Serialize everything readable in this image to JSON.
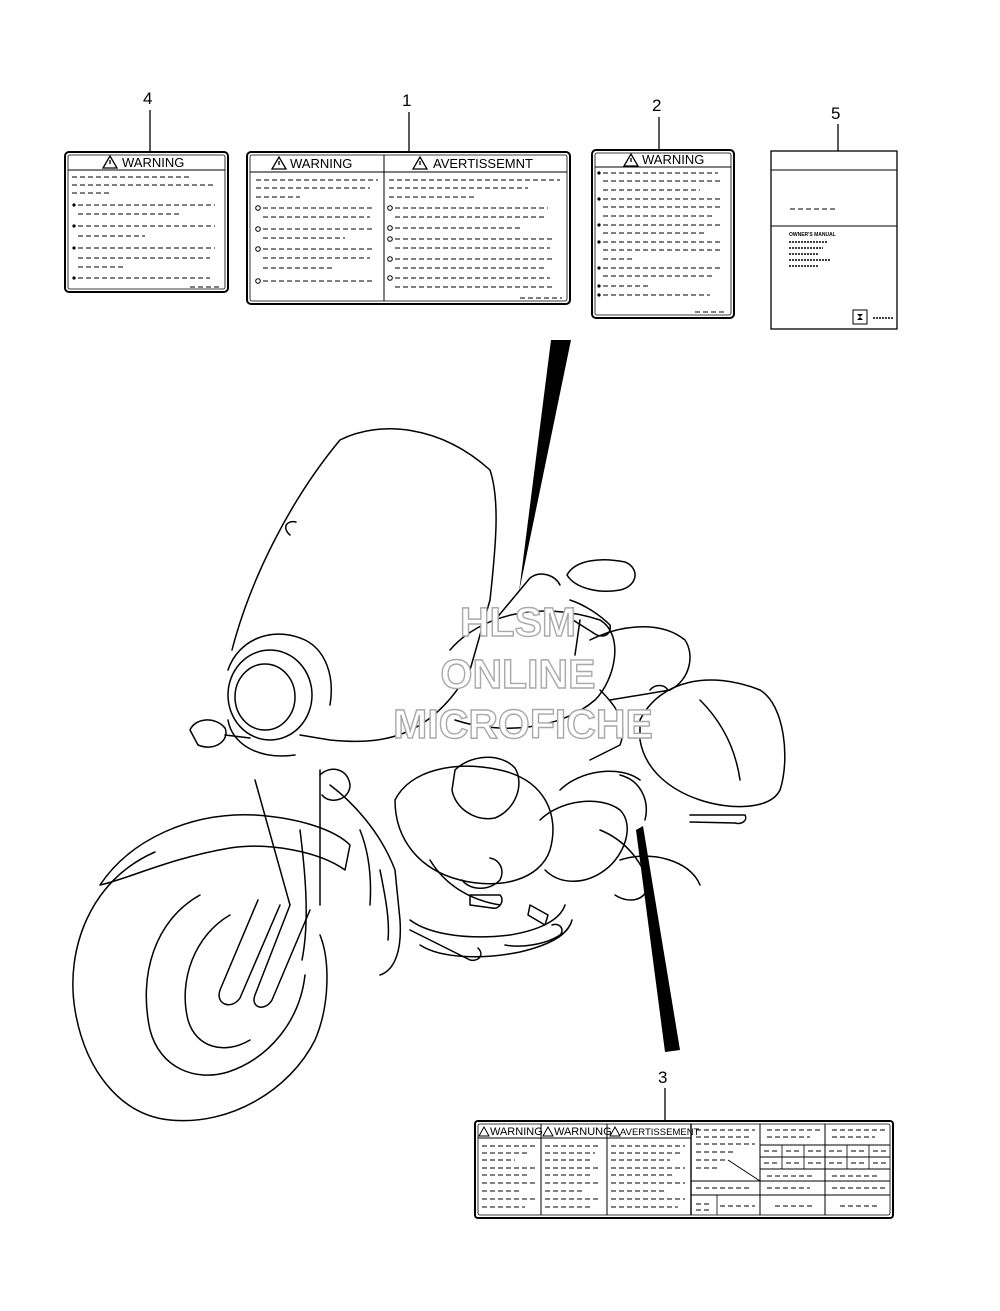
{
  "callouts": {
    "c1": "1",
    "c2": "2",
    "c3": "3",
    "c4": "4",
    "c5": "5"
  },
  "labels": {
    "warning": "WARNING",
    "avertissement_1": "AVERTISSEMNT",
    "warning_3": "WARNING",
    "warnung_3": "WARNUNG",
    "avertissement_3": "AVERTISSEMENT",
    "owners_manual": "OWNER'S MANUAL"
  },
  "watermark": {
    "line1": "HLSM",
    "line2": "ONLINE",
    "line3": "MICROFICHE"
  },
  "icons": [
    "warning-triangle-icon",
    "manufacturer-logo-icon"
  ]
}
